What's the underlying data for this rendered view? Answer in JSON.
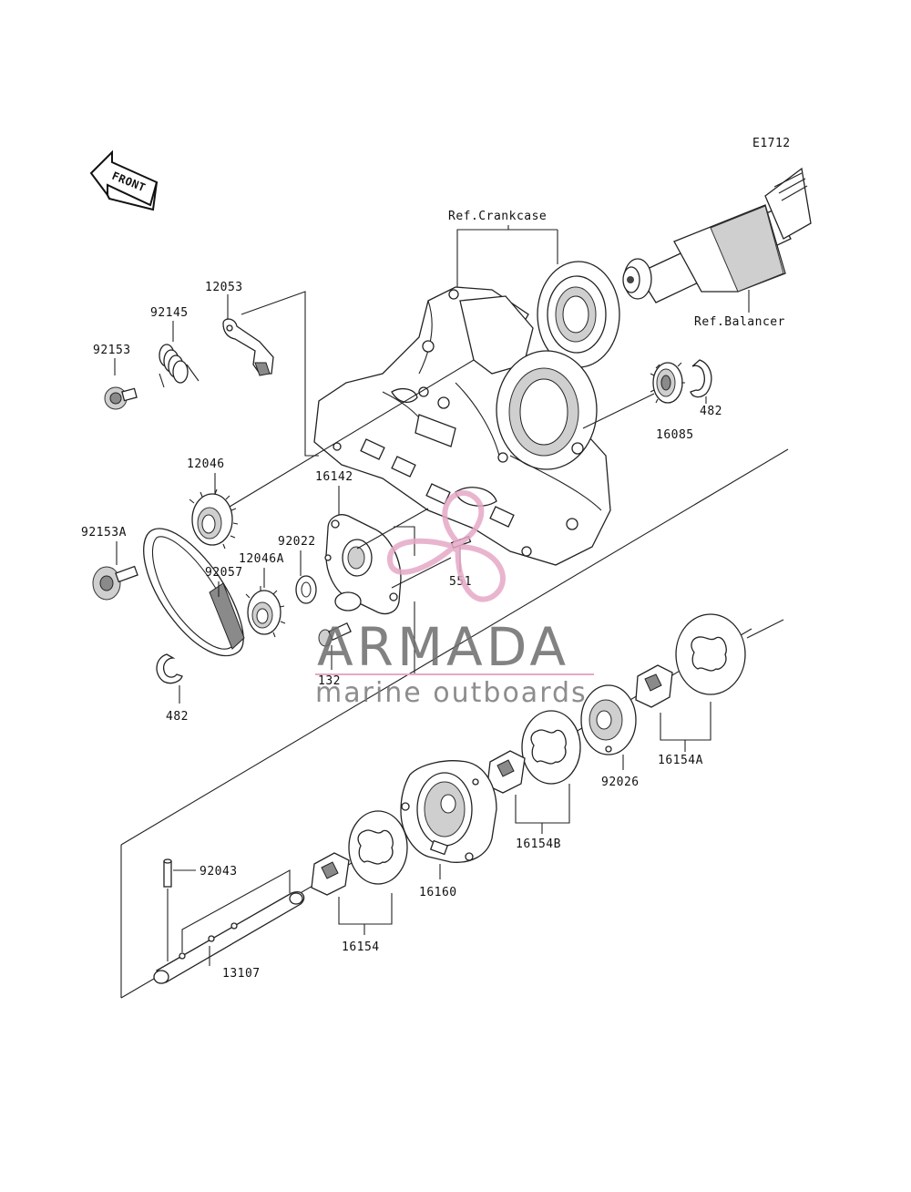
{
  "diagram": {
    "code": "E1712",
    "front_label": "FRONT",
    "references": {
      "crankcase": "Ref.Crankcase",
      "balancer": "Ref.Balancer"
    },
    "parts": {
      "p12053": "12053",
      "p92145": "92145",
      "p92153": "92153",
      "p12046": "12046",
      "p16142": "16142",
      "p92153A": "92153A",
      "p92022": "92022",
      "p12046A": "12046A",
      "p92057": "92057",
      "p551": "551",
      "p132": "132",
      "p482_left": "482",
      "p482_right": "482",
      "p16085": "16085",
      "p92026": "92026",
      "p16154A": "16154A",
      "p16154B": "16154B",
      "p16160": "16160",
      "p92043": "92043",
      "p16154": "16154",
      "p13107": "13107"
    }
  },
  "watermark": {
    "brand": "ARMADA",
    "tagline": "marine outboards",
    "accent_color": "#e6a9c6",
    "text_color": "#6d6d6d"
  }
}
